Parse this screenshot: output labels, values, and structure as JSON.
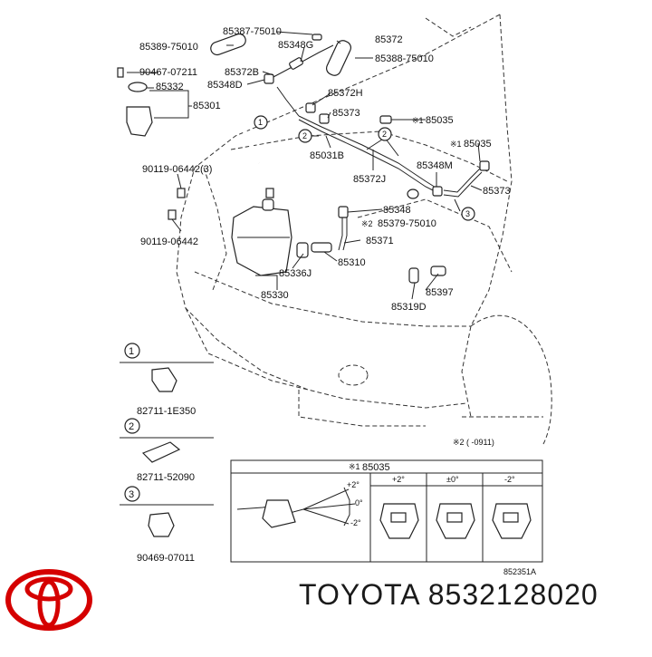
{
  "labels": {
    "p85387": "85387-75010",
    "p85389": "85389-75010",
    "p85348G": "85348G",
    "p85372a": "85372",
    "p85388": "85388-75010",
    "p90467": "90467-07211",
    "p85372B": "85372B",
    "p85332": "85332",
    "p85348D": "85348D",
    "p85301": "85301",
    "p85372H": "85372H",
    "p85373a": "85373",
    "p85035a": "85035",
    "p85035b": "85035",
    "p85031B": "85031B",
    "p85372J": "85372J",
    "p85348M": "85348M",
    "p85373b": "85373",
    "p90119a": "90119-06442(3)",
    "p90119b": "90119-06442",
    "p85348": "85348",
    "p85379": "85379-75010",
    "p85371": "85371",
    "p85336J": "85336J",
    "p85310": "85310",
    "p85330": "85330",
    "p85397": "85397",
    "p85319D": "85319D",
    "note2": "※2 (    -0911)",
    "clip1": "82711-1E350",
    "clip2": "82711-52090",
    "clip3": "90469-07011",
    "inset_title": "85035",
    "inset_plus2": "+2°",
    "inset_zero": "±0°",
    "inset_minus2": "-2°",
    "ang_plus2": "+2°",
    "ang_zero": "0°",
    "ang_minus2": "-2°",
    "diagram_code": "852351A",
    "mark1": "※1",
    "mark2": "※2",
    "circ1": "1",
    "circ2": "2",
    "circ3": "3"
  },
  "brand": {
    "name": "TOYOTA",
    "part_number": "8532128020",
    "logo": "toyota-logo",
    "logo_color": "#d50000"
  }
}
